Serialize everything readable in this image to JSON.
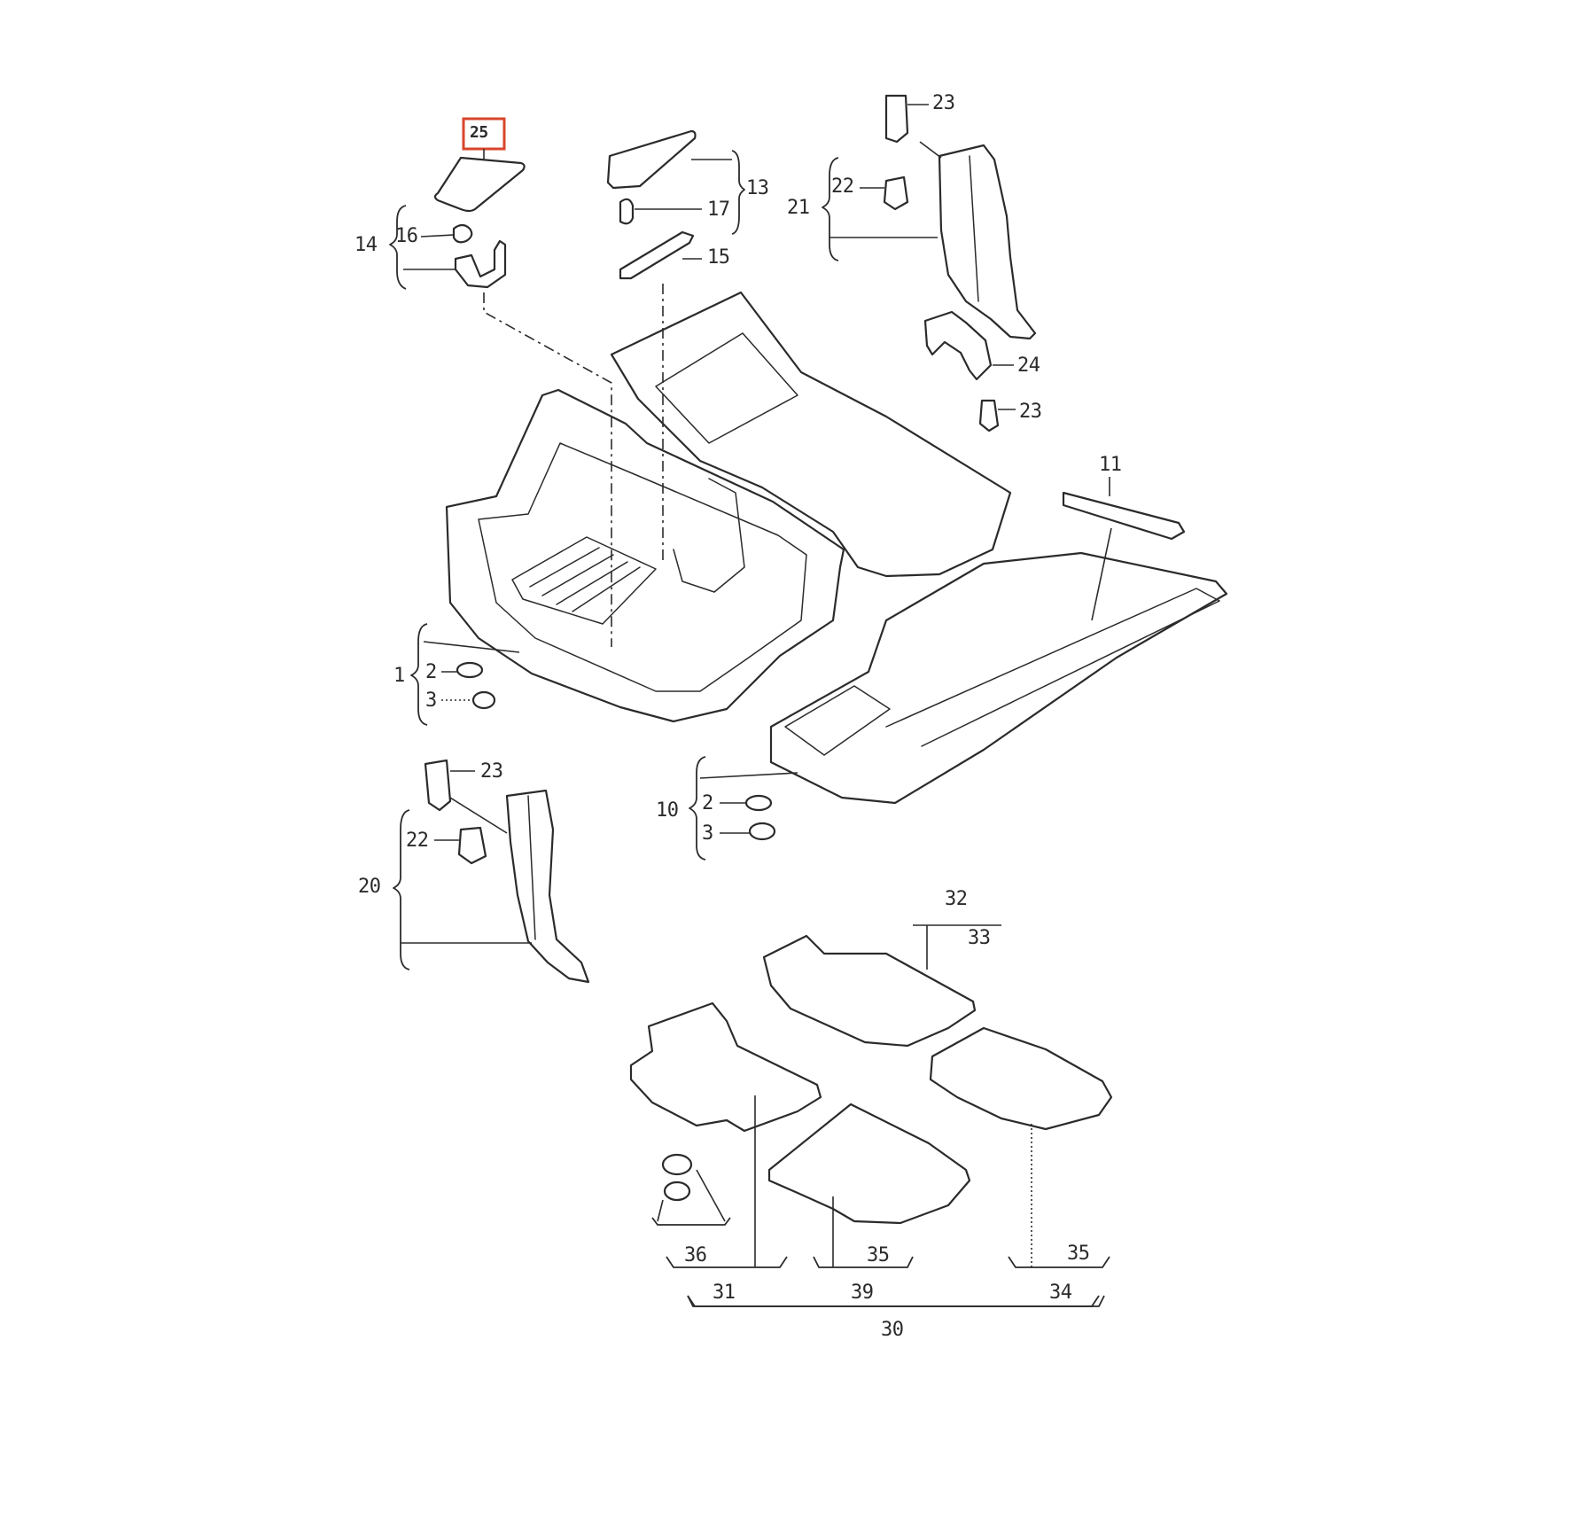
{
  "diagram": {
    "highlight_color": "#d9452b",
    "line_color": "#2b2b2b",
    "background_color": "#ffffff",
    "callouts": {
      "c25_highlight": "25",
      "c14": "14",
      "c16": "16",
      "c13": "13",
      "c17": "17",
      "c15": "15",
      "c23_top": "23",
      "c22_right": "22",
      "c21": "21",
      "c24": "24",
      "c23_mid": "23",
      "c11": "11",
      "c1": "1",
      "c2_left": "2",
      "c3_left": "3",
      "c23_bottom": "23",
      "c22_left": "22",
      "c20": "20",
      "c10": "10",
      "c2_right": "2",
      "c3_right": "3",
      "c32": "32",
      "c33": "33",
      "c36": "36",
      "c35_a": "35",
      "c35_b": "35",
      "c31": "31",
      "c39": "39",
      "c34": "34",
      "c30": "30"
    }
  }
}
